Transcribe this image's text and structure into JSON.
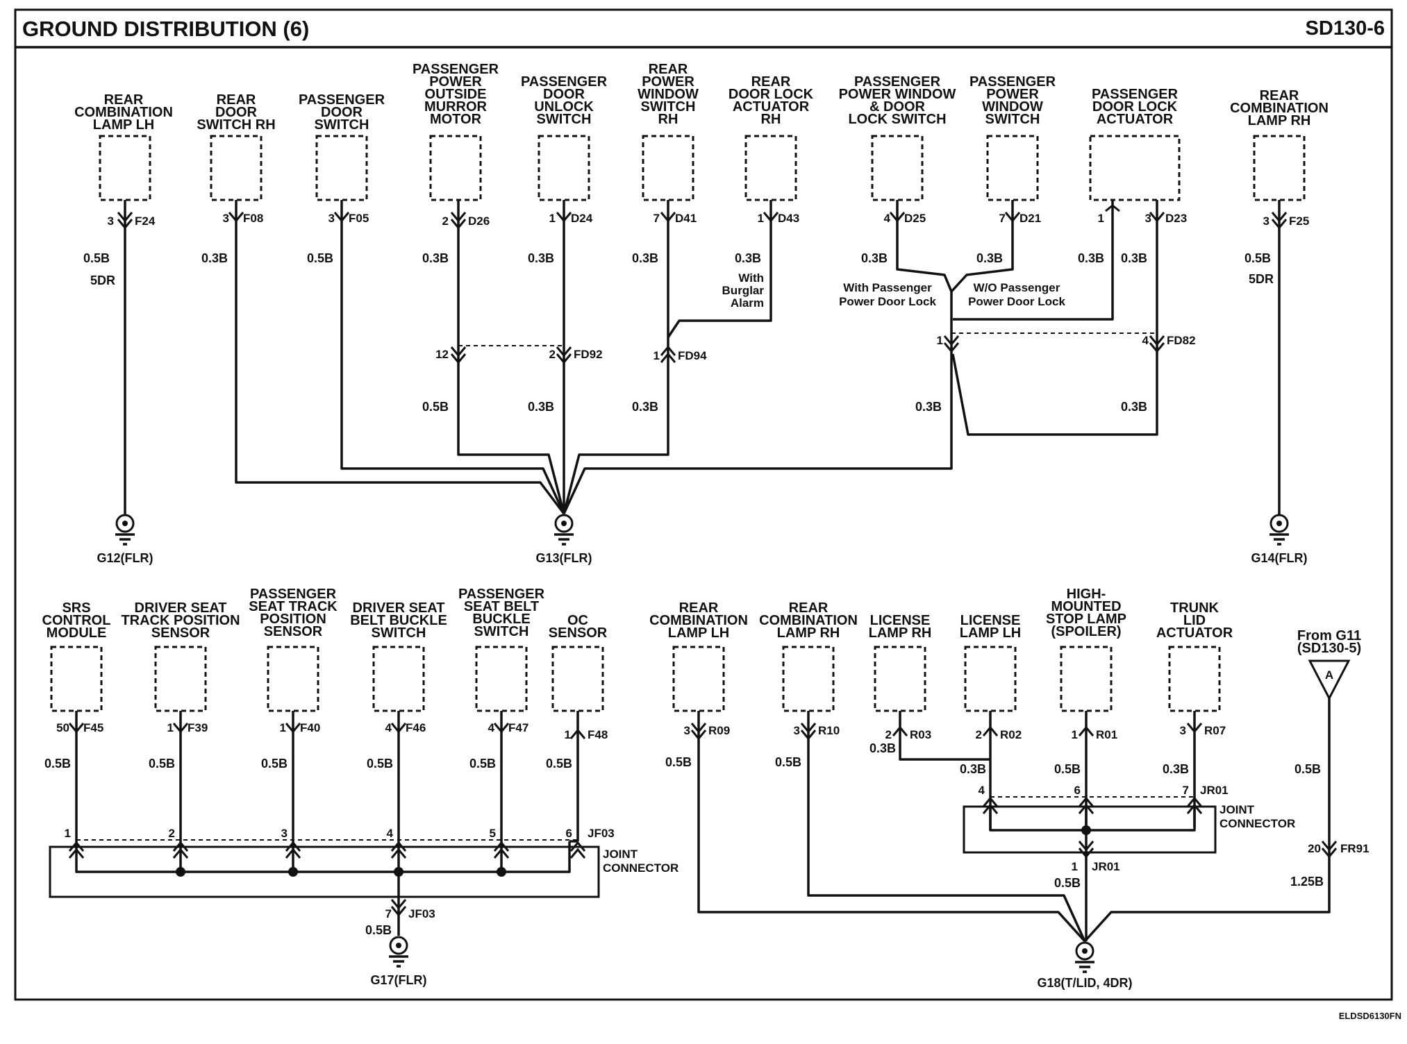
{
  "header": {
    "title": "GROUND DISTRIBUTION (6)",
    "code": "SD130-6"
  },
  "footer": {
    "code": "ELDSD6130FN"
  },
  "top_components": [
    {
      "name": "rear-combination-lamp-lh",
      "label": [
        "REAR",
        "COMBINATION",
        "LAMP LH"
      ],
      "pin": "3",
      "connector": "F24",
      "wire": "0.5B",
      "wire2": "5DR"
    },
    {
      "name": "rear-door-switch-rh",
      "label": [
        "REAR",
        "DOOR",
        "SWITCH RH"
      ],
      "pin": "3",
      "connector": "F08",
      "wire": "0.3B"
    },
    {
      "name": "passenger-door-switch",
      "label": [
        "PASSENGER",
        "DOOR",
        "SWITCH"
      ],
      "pin": "3",
      "connector": "F05",
      "wire": "0.5B"
    },
    {
      "name": "passenger-power-outside-mirror-motor",
      "label": [
        "PASSENGER",
        "POWER",
        "OUTSIDE",
        "MURROR",
        "MOTOR"
      ],
      "pin": "2",
      "connector": "D26",
      "wire": "0.3B"
    },
    {
      "name": "passenger-door-unlock-switch",
      "label": [
        "PASSENGER",
        "DOOR",
        "UNLOCK",
        "SWITCH"
      ],
      "pin": "1",
      "connector": "D24",
      "wire": "0.3B"
    },
    {
      "name": "rear-power-window-switch-rh",
      "label": [
        "REAR",
        "POWER",
        "WINDOW",
        "SWITCH",
        "RH"
      ],
      "pin": "7",
      "connector": "D41",
      "wire": "0.3B"
    },
    {
      "name": "rear-door-lock-actuator-rh",
      "label": [
        "REAR",
        "DOOR LOCK",
        "ACTUATOR",
        "RH"
      ],
      "pin": "1",
      "connector": "D43",
      "wire": "0.3B"
    },
    {
      "name": "passenger-power-window-door-lock-switch",
      "label": [
        "PASSENGER",
        "POWER WINDOW",
        "& DOOR",
        "LOCK SWITCH"
      ],
      "pin": "4",
      "connector": "D25",
      "wire": "0.3B"
    },
    {
      "name": "passenger-power-window-switch",
      "label": [
        "PASSENGER",
        "POWER",
        "WINDOW",
        "SWITCH"
      ],
      "pin": "7",
      "connector": "D21",
      "wire": "0.3B"
    },
    {
      "name": "passenger-door-lock-actuator",
      "label": [
        "PASSENGER",
        "DOOR LOCK",
        "ACTUATOR"
      ],
      "pin": "1",
      "pin2": "3",
      "connector": "D23",
      "wire": "0.3B",
      "wire_b": "0.3B"
    },
    {
      "name": "rear-combination-lamp-rh",
      "label": [
        "REAR",
        "COMBINATION",
        "LAMP RH"
      ],
      "pin": "3",
      "connector": "F25",
      "wire": "0.5B",
      "wire2": "5DR"
    }
  ],
  "top_notes": {
    "burglar": [
      "With",
      "Burglar",
      "Alarm"
    ],
    "with_pdl": [
      "With Passenger",
      "Power Door Lock"
    ],
    "without_pdl": [
      "W/O Passenger",
      "Power Door Lock"
    ]
  },
  "fd92": {
    "connector": "FD92",
    "pin_a": "12",
    "pin_b": "2",
    "wire_a": "0.5B",
    "wire_b": "0.3B"
  },
  "fd94": {
    "connector": "FD94",
    "pin": "1",
    "wire": "0.3B"
  },
  "fd82": {
    "connector": "FD82",
    "pin_a": "1",
    "pin_b": "4",
    "wire_a": "0.3B",
    "wire_b": "0.3B"
  },
  "grounds": {
    "g12": "G12(FLR)",
    "g13": "G13(FLR)",
    "g14": "G14(FLR)",
    "g17": "G17(FLR)",
    "g18": "G18(T/LID, 4DR)"
  },
  "bottom_left_components": [
    {
      "name": "srs-control-module",
      "label": [
        "SRS",
        "CONTROL",
        "MODULE"
      ],
      "pin": "50",
      "connector": "F45",
      "wire": "0.5B",
      "jpin": "1"
    },
    {
      "name": "driver-seat-track-position-sensor",
      "label": [
        "DRIVER SEAT",
        "TRACK POSITION",
        "SENSOR"
      ],
      "pin": "1",
      "connector": "F39",
      "wire": "0.5B",
      "jpin": "2"
    },
    {
      "name": "passenger-seat-track-position-sensor",
      "label": [
        "PASSENGER",
        "SEAT TRACK",
        "POSITION",
        "SENSOR"
      ],
      "pin": "1",
      "connector": "F40",
      "wire": "0.5B",
      "jpin": "3"
    },
    {
      "name": "driver-seat-belt-buckle-switch",
      "label": [
        "DRIVER SEAT",
        "BELT BUCKLE",
        "SWITCH"
      ],
      "pin": "4",
      "connector": "F46",
      "wire": "0.5B",
      "jpin": "4"
    },
    {
      "name": "passenger-seat-belt-buckle-switch",
      "label": [
        "PASSENGER",
        "SEAT BELT",
        "BUCKLE",
        "SWITCH"
      ],
      "pin": "4",
      "connector": "F47",
      "wire": "0.5B",
      "jpin": "5"
    },
    {
      "name": "oc-sensor",
      "label": [
        "OC",
        "SENSOR"
      ],
      "pin": "1",
      "connector": "F48",
      "wire": "0.5B",
      "jpin": "6"
    }
  ],
  "jf03": {
    "connector": "JF03",
    "label": [
      "JOINT",
      "CONNECTOR"
    ],
    "out_pin": "7",
    "out_wire": "0.5B"
  },
  "bottom_right_components": [
    {
      "name": "rear-combination-lamp-lh-trunk",
      "label": [
        "REAR",
        "COMBINATION",
        "LAMP LH"
      ],
      "pin": "3",
      "connector": "R09",
      "wire": "0.5B"
    },
    {
      "name": "rear-combination-lamp-rh-trunk",
      "label": [
        "REAR",
        "COMBINATION",
        "LAMP RH"
      ],
      "pin": "3",
      "connector": "R10",
      "wire": "0.5B"
    },
    {
      "name": "license-lamp-rh",
      "label": [
        "LICENSE",
        "LAMP RH"
      ],
      "pin": "2",
      "connector": "R03",
      "wire": "0.3B"
    },
    {
      "name": "license-lamp-lh",
      "label": [
        "LICENSE",
        "LAMP LH"
      ],
      "pin": "2",
      "connector": "R02",
      "wire": "0.3B",
      "jpin": "4"
    },
    {
      "name": "high-mounted-stop-lamp",
      "label": [
        "HIGH-",
        "MOUNTED",
        "STOP LAMP",
        "(SPOILER)"
      ],
      "pin": "1",
      "connector": "R01",
      "wire": "0.5B",
      "jpin": "6"
    },
    {
      "name": "trunk-lid-actuator",
      "label": [
        "TRUNK",
        "LID",
        "ACTUATOR"
      ],
      "pin": "3",
      "connector": "R07",
      "wire": "0.3B",
      "jpin": "7"
    }
  ],
  "jr01": {
    "connector": "JR01",
    "label": [
      "JOINT",
      "CONNECTOR"
    ],
    "out_pin": "1",
    "out_wire": "0.5B"
  },
  "from_g11": {
    "label": [
      "From G11",
      "(SD130-5)"
    ],
    "symbol": "A",
    "wire_a": "0.5B",
    "pin": "20",
    "connector": "FR91",
    "wire_b": "1.25B"
  }
}
